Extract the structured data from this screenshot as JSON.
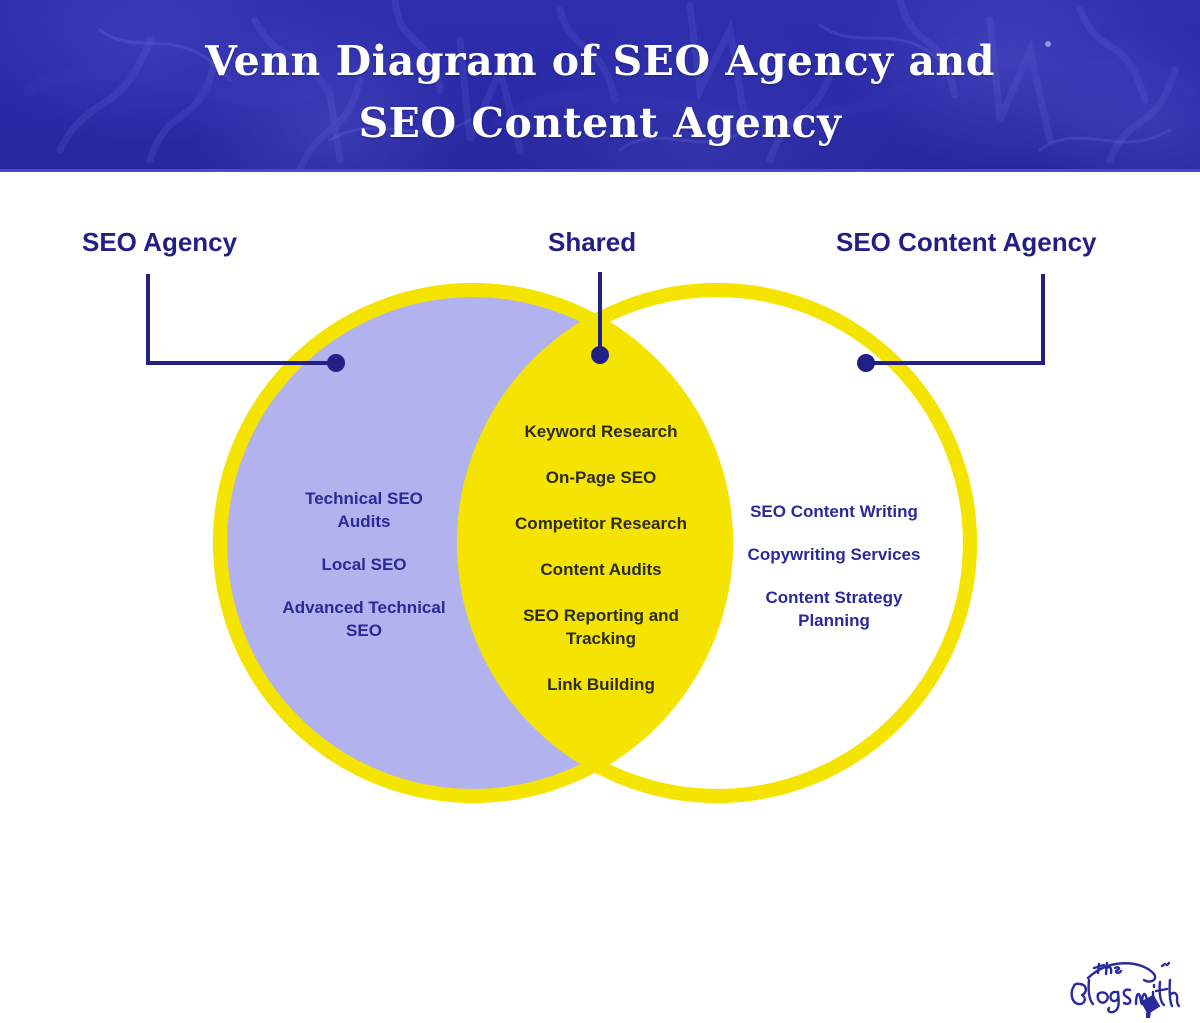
{
  "header": {
    "title_line1": "Venn Diagram of SEO Agency and",
    "title_line2": "SEO Content Agency",
    "background_color": "#2b2ba6",
    "text_color": "#ffffff"
  },
  "diagram": {
    "type": "venn",
    "circle_stroke_color": "#f5e400",
    "left_fill_color": "#b2b2ef",
    "overlap_fill_color": "#f5e400",
    "right_fill_color": "#ffffff",
    "connector_color": "#221f85",
    "left": {
      "label": "SEO Agency",
      "items": [
        "Technical SEO Audits",
        "Local SEO",
        "Advanced Technical SEO"
      ]
    },
    "center": {
      "label": "Shared",
      "items": [
        "Keyword Research",
        "On-Page SEO",
        "Competitor Research",
        "Content Audits",
        "SEO Reporting and Tracking",
        "Link Building"
      ]
    },
    "right": {
      "label": "SEO Content Agency",
      "items": [
        "SEO Content Writing",
        "Copywriting Services",
        "Content Strategy Planning"
      ]
    }
  },
  "logo": {
    "name": "The Blogsmith",
    "color": "#2a2a9e"
  }
}
